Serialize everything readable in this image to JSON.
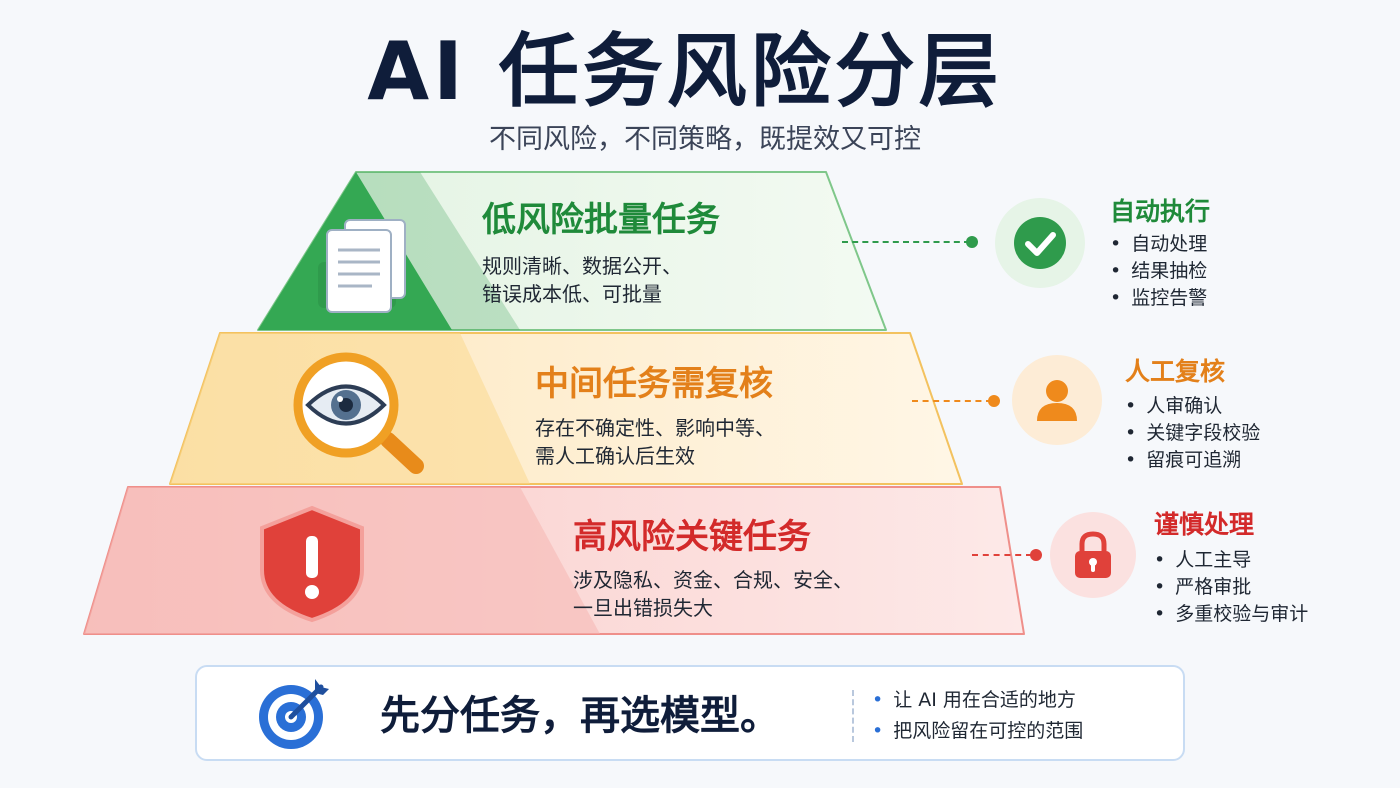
{
  "title": "AI 任务风险分层",
  "subtitle": "不同风险，不同策略，既提效又可控",
  "tiers": [
    {
      "title": "低风险批量任务",
      "desc_lines": [
        "规则清晰、数据公开、",
        "错误成本低、可批量"
      ],
      "icon": "document-stack-icon",
      "color": "#1f8a3a",
      "strategy": {
        "title": "自动执行",
        "icon": "check-circle-icon",
        "items": [
          "自动处理",
          "结果抽检",
          "监控告警"
        ]
      }
    },
    {
      "title": "中间任务需复核",
      "desc_lines": [
        "存在不确定性、影响中等、",
        "需人工确认后生效"
      ],
      "icon": "magnifier-eye-icon",
      "color": "#e3801a",
      "strategy": {
        "title": "人工复核",
        "icon": "person-icon",
        "items": [
          "人审确认",
          "关键字段校验",
          "留痕可追溯"
        ]
      }
    },
    {
      "title": "高风险关键任务",
      "desc_lines": [
        "涉及隐私、资金、合规、安全、",
        "一旦出错损失大"
      ],
      "icon": "shield-alert-icon",
      "color": "#d32a2a",
      "strategy": {
        "title": "谨慎处理",
        "icon": "lock-icon",
        "items": [
          "人工主导",
          "严格审批",
          "多重校验与审计"
        ]
      }
    }
  ],
  "footer": {
    "icon": "target-icon",
    "slogan": "先分任务，再选模型。",
    "points": [
      "让 AI 用在合适的地方",
      "把风险留在可控的范围"
    ]
  }
}
